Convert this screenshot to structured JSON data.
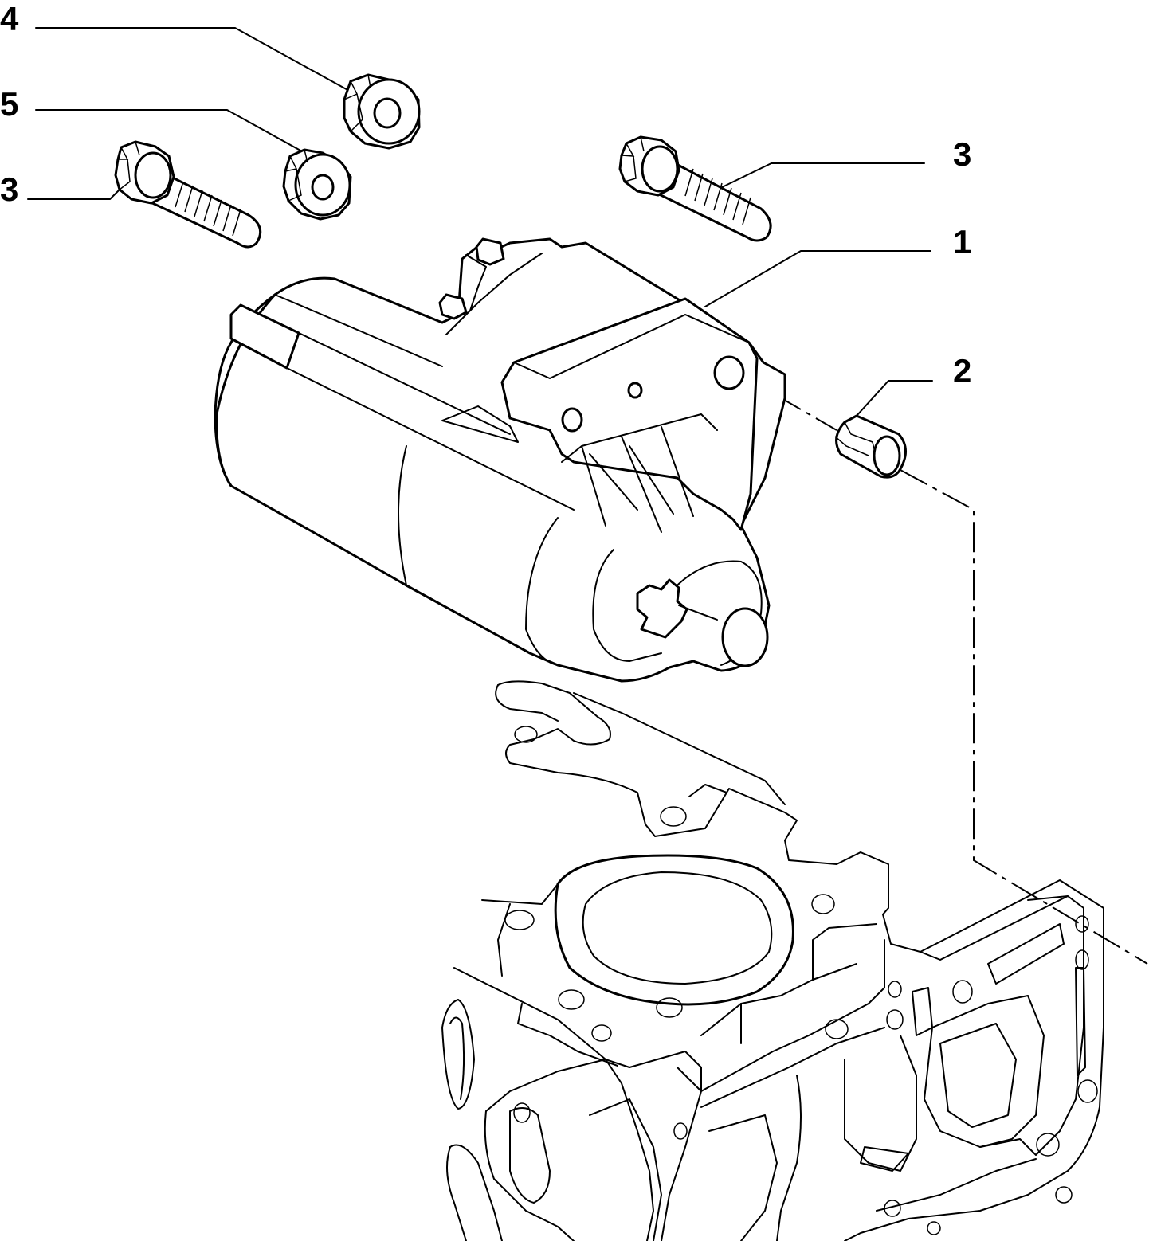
{
  "callouts": {
    "c4": "4",
    "c5": "5",
    "c3_left": "3",
    "c3_right": "3",
    "c1": "1",
    "c2": "2"
  }
}
